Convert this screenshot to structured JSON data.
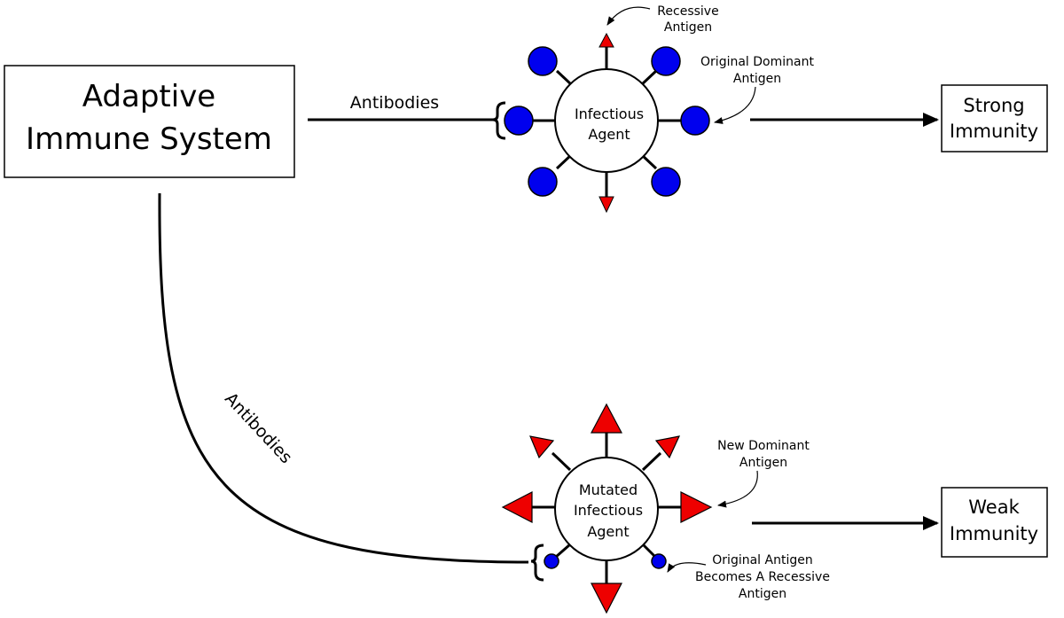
{
  "colors": {
    "dominant_antigen": "#0000ee",
    "mutated_antigen": "#ee0000",
    "line": "#000000",
    "background": "#ffffff"
  },
  "system_box": {
    "line1": "Adaptive",
    "line2": "Immune System"
  },
  "top_path": {
    "label": "Antibodies"
  },
  "curve_path": {
    "label": "Antibodies"
  },
  "top_agent": {
    "line1": "Infectious",
    "line2": "Agent",
    "recessive_label_1": "Recessive",
    "recessive_label_2": "Antigen",
    "dominant_label_1": "Original Dominant",
    "dominant_label_2": "Antigen"
  },
  "bottom_agent": {
    "line1": "Mutated",
    "line2": "Infectious",
    "line3": "Agent",
    "new_dominant_label_1": "New Dominant",
    "new_dominant_label_2": "Antigen",
    "original_label_1": "Original Antigen",
    "original_label_2": "Becomes A Recessive",
    "original_label_3": "Antigen"
  },
  "outcomes": {
    "strong_line1": "Strong",
    "strong_line2": "Immunity",
    "weak_line1": "Weak",
    "weak_line2": "Immunity"
  }
}
